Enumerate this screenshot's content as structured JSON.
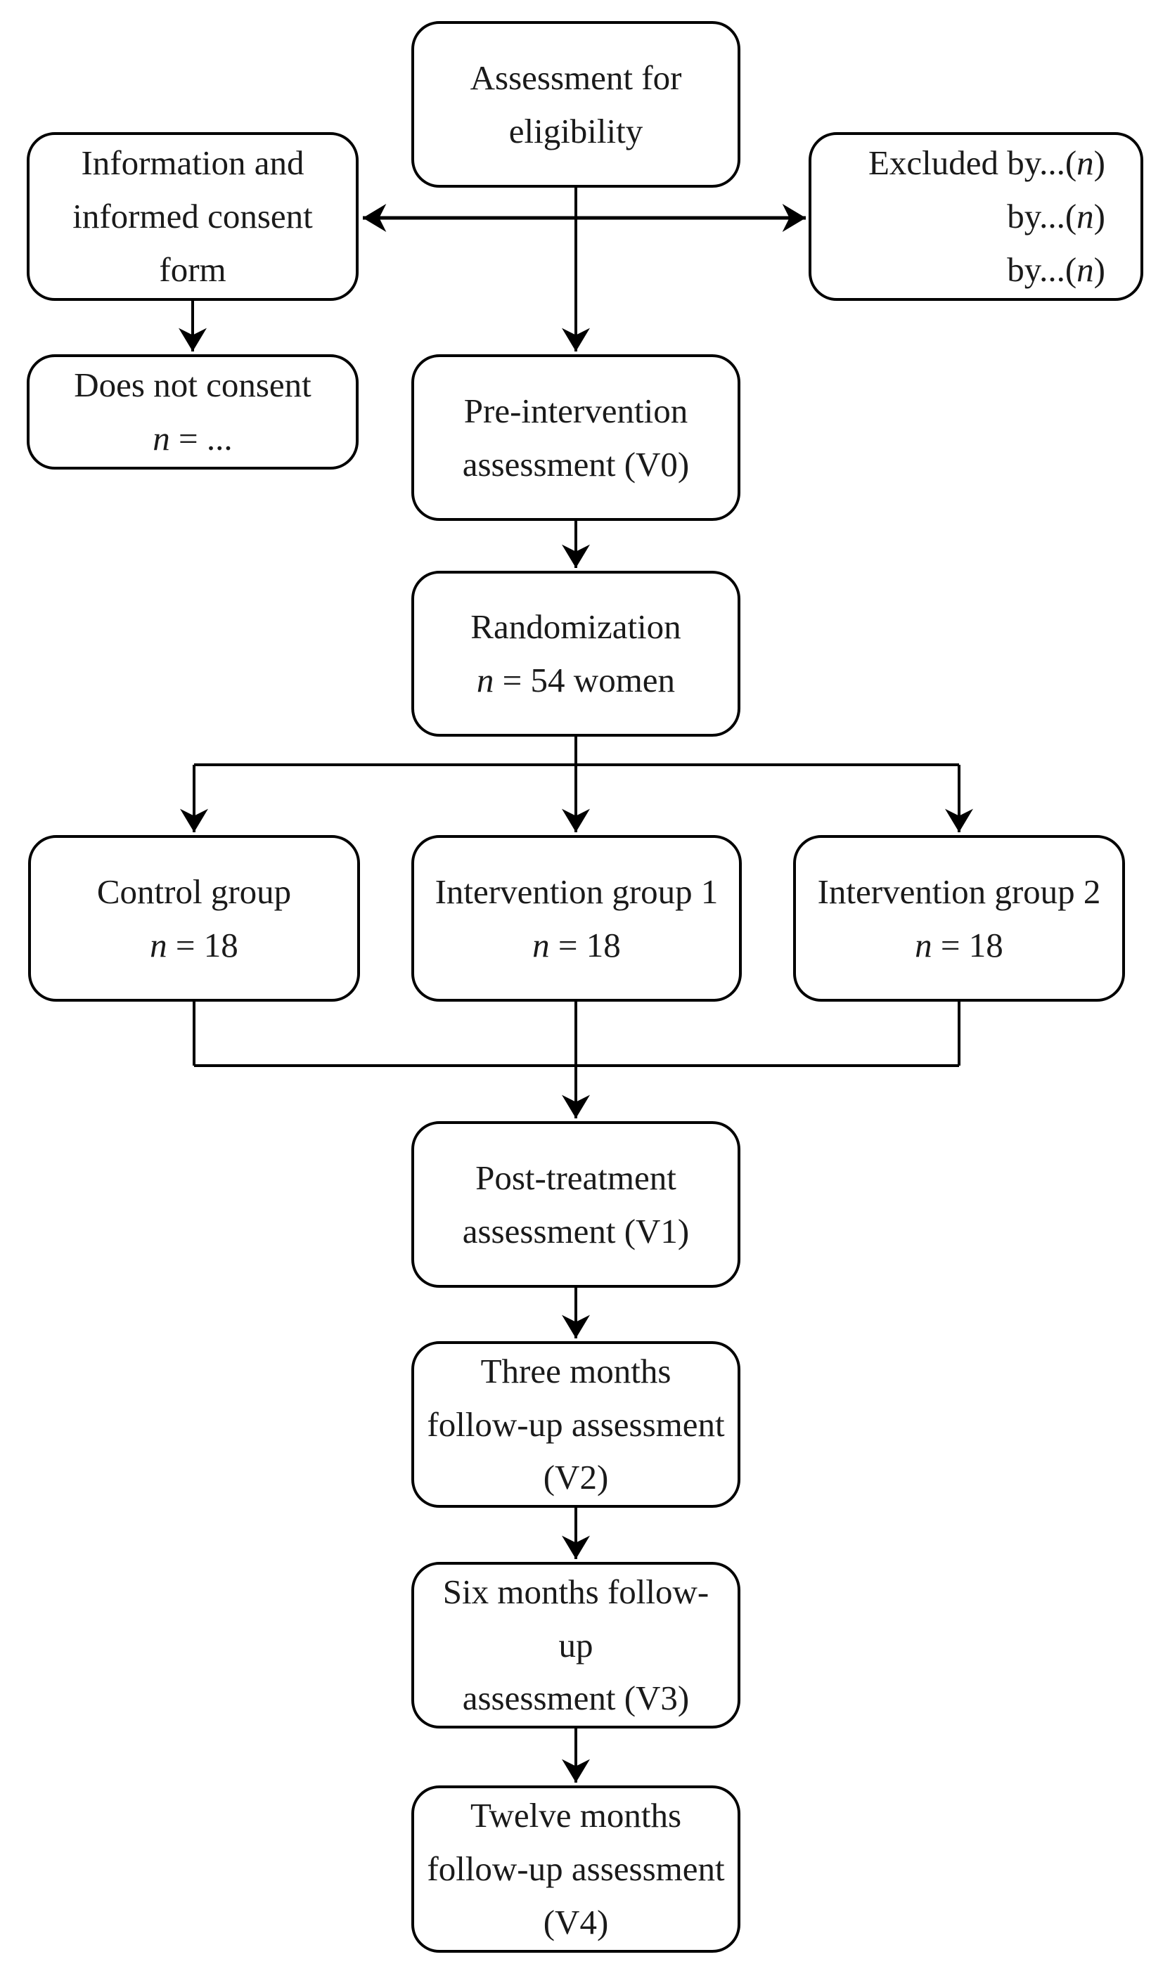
{
  "colors": {
    "background": "#ffffff",
    "line": "#000000",
    "box_border": "#000000",
    "text": "#1a1a1a"
  },
  "flowchart": {
    "boxes": [
      {
        "id": "assessment-for-eligibility",
        "lines": [
          [
            {
              "t": "Assessment for"
            }
          ],
          [
            {
              "t": "eligibility"
            }
          ]
        ]
      },
      {
        "id": "information-informed-consent-form",
        "lines": [
          [
            {
              "t": "Information and"
            }
          ],
          [
            {
              "t": "informed consent"
            }
          ],
          [
            {
              "t": "form"
            }
          ]
        ]
      },
      {
        "id": "excluded-by",
        "align": "right",
        "lines": [
          [
            {
              "t": "Excluded by...("
            },
            {
              "t": "n",
              "i": true
            },
            {
              "t": ")"
            }
          ],
          [
            {
              "t": "by...("
            },
            {
              "t": "n",
              "i": true
            },
            {
              "t": ")"
            }
          ],
          [
            {
              "t": "by...("
            },
            {
              "t": "n",
              "i": true
            },
            {
              "t": ")"
            }
          ]
        ]
      },
      {
        "id": "does-not-consent",
        "lines": [
          [
            {
              "t": "Does not consent"
            }
          ],
          [
            {
              "t": "n",
              "i": true
            },
            {
              "t": " = ..."
            }
          ]
        ]
      },
      {
        "id": "pre-intervention-assessment-v0",
        "lines": [
          [
            {
              "t": "Pre-intervention"
            }
          ],
          [
            {
              "t": "assessment (V0)"
            }
          ]
        ]
      },
      {
        "id": "randomization",
        "lines": [
          [
            {
              "t": "Randomization"
            }
          ],
          [
            {
              "t": "n",
              "i": true
            },
            {
              "t": " = 54 women"
            }
          ]
        ]
      },
      {
        "id": "control-group",
        "lines": [
          [
            {
              "t": "Control group"
            }
          ],
          [
            {
              "t": "n",
              "i": true
            },
            {
              "t": " = 18"
            }
          ]
        ]
      },
      {
        "id": "intervention-group-1",
        "lines": [
          [
            {
              "t": "Intervention group 1"
            }
          ],
          [
            {
              "t": "n",
              "i": true
            },
            {
              "t": " = 18"
            }
          ]
        ]
      },
      {
        "id": "intervention-group-2",
        "lines": [
          [
            {
              "t": "Intervention group 2"
            }
          ],
          [
            {
              "t": "n",
              "i": true
            },
            {
              "t": " = 18"
            }
          ]
        ]
      },
      {
        "id": "post-treatment-assessment-v1",
        "lines": [
          [
            {
              "t": "Post-treatment"
            }
          ],
          [
            {
              "t": "assessment (V1)"
            }
          ]
        ]
      },
      {
        "id": "three-months-follow-up-assessment-v2",
        "lines": [
          [
            {
              "t": "Three months"
            }
          ],
          [
            {
              "t": "follow-up assessment"
            }
          ],
          [
            {
              "t": "(V2)"
            }
          ]
        ]
      },
      {
        "id": "six-months-follow-up-assessment-v3",
        "lines": [
          [
            {
              "t": "Six months follow-up"
            }
          ],
          [
            {
              "t": "assessment (V3)"
            }
          ]
        ]
      },
      {
        "id": "twelve-months-follow-up-assessment-v4",
        "lines": [
          [
            {
              "t": "Twelve months"
            }
          ],
          [
            {
              "t": "follow-up assessment"
            }
          ],
          [
            {
              "t": "(V4)"
            }
          ]
        ]
      }
    ],
    "edges": [
      {
        "from": "assessment-for-eligibility",
        "to": "information-informed-consent-form",
        "style": "arrow"
      },
      {
        "from": "assessment-for-eligibility",
        "to": "excluded-by",
        "style": "arrow"
      },
      {
        "from": "information-informed-consent-form",
        "to": "does-not-consent",
        "style": "arrow"
      },
      {
        "from": "assessment-for-eligibility",
        "to": "pre-intervention-assessment-v0",
        "style": "arrow"
      },
      {
        "from": "pre-intervention-assessment-v0",
        "to": "randomization",
        "style": "arrow"
      },
      {
        "from": "randomization",
        "to": "control-group",
        "style": "arrow"
      },
      {
        "from": "randomization",
        "to": "intervention-group-1",
        "style": "arrow"
      },
      {
        "from": "randomization",
        "to": "intervention-group-2",
        "style": "arrow"
      },
      {
        "from": "control-group",
        "to": "post-treatment-assessment-v1",
        "style": "arrow"
      },
      {
        "from": "intervention-group-1",
        "to": "post-treatment-assessment-v1",
        "style": "arrow"
      },
      {
        "from": "intervention-group-2",
        "to": "post-treatment-assessment-v1",
        "style": "arrow"
      },
      {
        "from": "post-treatment-assessment-v1",
        "to": "three-months-follow-up-assessment-v2",
        "style": "arrow"
      },
      {
        "from": "three-months-follow-up-assessment-v2",
        "to": "six-months-follow-up-assessment-v3",
        "style": "arrow"
      },
      {
        "from": "six-months-follow-up-assessment-v3",
        "to": "twelve-months-follow-up-assessment-v4",
        "style": "arrow"
      }
    ]
  }
}
